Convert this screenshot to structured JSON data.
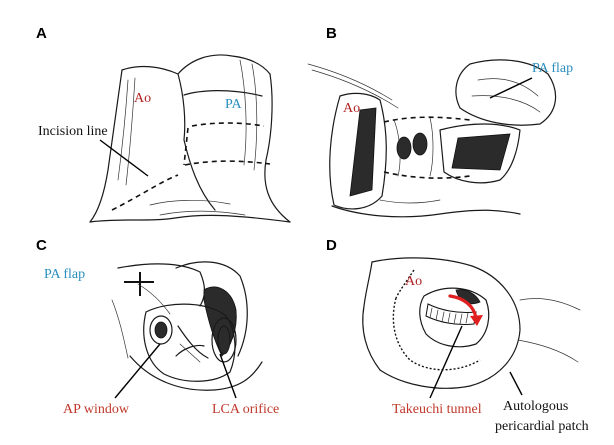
{
  "panels": {
    "a": {
      "letter": "A",
      "ao": "Ao",
      "pa": "PA",
      "incision": "Incision line"
    },
    "b": {
      "letter": "B",
      "ao": "Ao",
      "pa_flap": "PA flap"
    },
    "c": {
      "letter": "C",
      "pa_flap": "PA flap",
      "ap_window": "AP window",
      "lca_orifice": "LCA orifice"
    },
    "d": {
      "letter": "D",
      "ao": "Ao",
      "tunnel": "Takeuchi tunnel",
      "patch_line1": "Autologous",
      "patch_line2": "pericardial patch"
    }
  },
  "colors": {
    "ao": "#b22222",
    "pa": "#2a8fbf",
    "red_label": "#c0392b",
    "black": "#111111",
    "arrow": "#e02020"
  }
}
